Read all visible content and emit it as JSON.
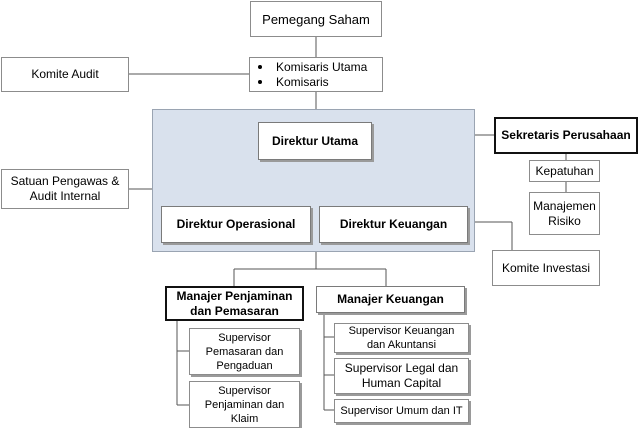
{
  "org": {
    "shareholders": "Pemegang Saham",
    "commissioners": [
      "Komisaris Utama",
      "Komisaris"
    ],
    "audit_committee": "Komite Audit",
    "internal_audit": [
      "Satuan Pengawas &",
      "Audit Internal"
    ],
    "president_director": "Direktur Utama",
    "operations_director": "Direktur Operasional",
    "finance_director": "Direktur Keuangan",
    "corporate_secretary": "Sekretaris Perusahaan",
    "compliance": "Kepatuhan",
    "risk_management": [
      "Manajemen",
      "Risiko"
    ],
    "investment_committee": "Komite Investasi",
    "guarantee_marketing_manager": [
      "Manajer Penjaminan",
      "dan Pemasaran"
    ],
    "finance_manager": "Manajer Keuangan",
    "marketing_supervisor": [
      "Supervisor",
      "Pemasaran dan",
      "Pengaduan"
    ],
    "guarantee_supervisor": [
      "Supervisor",
      "Penjaminan dan",
      "Klaim"
    ],
    "accounting_supervisor": [
      "Supervisor Keuangan",
      "dan Akuntansi"
    ],
    "legal_hc_supervisor": [
      "Supervisor Legal dan",
      "Human Capital"
    ],
    "general_it_supervisor": "Supervisor Umum dan IT"
  },
  "colors": {
    "panel_fill": "#d9e1ed",
    "box_border": "#8c8c8c",
    "connector": "#555555"
  }
}
